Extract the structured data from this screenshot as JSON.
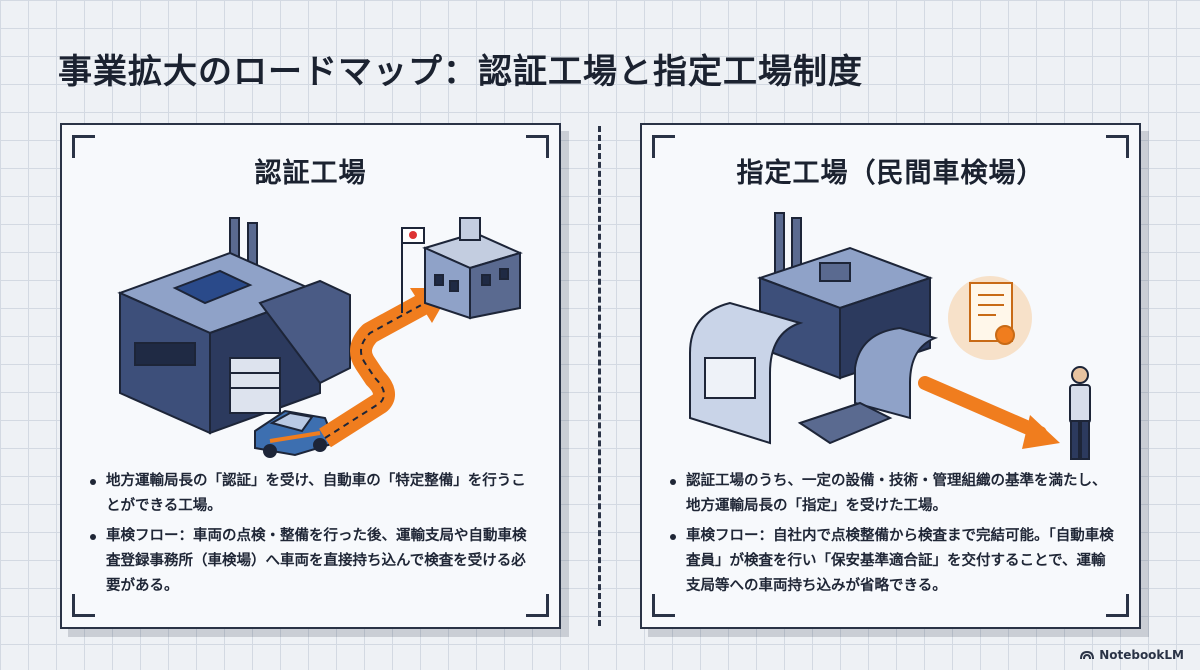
{
  "title": "事業拡大のロードマップ：認証工場と指定工場制度",
  "left": {
    "heading": "認証工場",
    "bullets": [
      "地方運輸局長の「認証」を受け、自動車の「特定整備」を行うことができる工場。",
      "車検フロー：車両の点検・整備を行った後、運輸支局や自動車検査登録事務所（車検場）へ車両を直接持ち込んで検査を受ける必要がある。"
    ]
  },
  "right": {
    "heading": "指定工場（民間車検場）",
    "bullets": [
      "認証工場のうち、一定の設備・技術・管理組織の基準を満たし、地方運輸局長の「指定」を受けた工場。",
      "車検フロー：自社内で点検整備から検査まで完結可能。「自動車検査員」が検査を行い「保安基準適合証」を交付することで、運輸支局等への車両持ち込みが省略できる。"
    ]
  },
  "brand": "NotebookLM",
  "colors": {
    "accent": "#f07d1e",
    "navy": "#2a3346",
    "steel": "#3d4f7a"
  }
}
